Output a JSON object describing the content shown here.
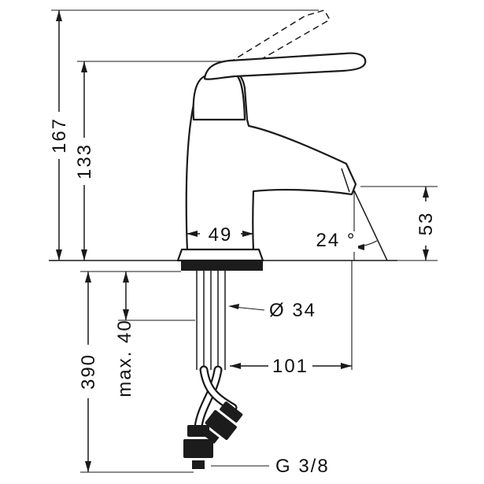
{
  "drawing": {
    "dims": {
      "overall_height": "167",
      "spout_top_height": "133",
      "body_width": "49",
      "spray_angle": "24 °",
      "spout_height": "53",
      "hose_length": "390",
      "max_deck_thickness": "max. 40",
      "shank_diameter": "Ø 34",
      "spout_reach": "101",
      "thread": "G 3/8"
    },
    "colors": {
      "line": "#1a1a1a",
      "background": "#ffffff"
    }
  }
}
